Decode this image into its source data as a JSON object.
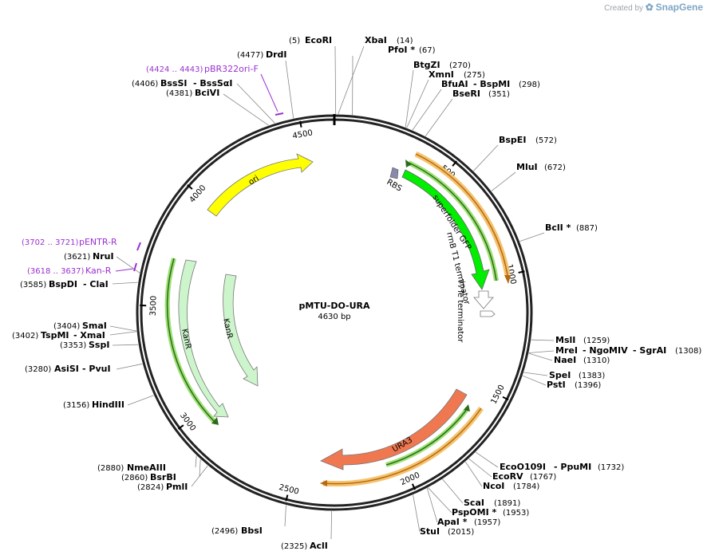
{
  "credit": {
    "prefix": "Created by",
    "brand": "SnapGene"
  },
  "plasmid": {
    "name": "pMTU-DO-URA",
    "size": "4630 bp",
    "total": 4630
  },
  "ticks": [
    {
      "label": "500",
      "bp": 500
    },
    {
      "label": "1000",
      "bp": 1000
    },
    {
      "label": "1500",
      "bp": 1500
    },
    {
      "label": "2000",
      "bp": 2000
    },
    {
      "label": "2500",
      "bp": 2500
    },
    {
      "label": "3000",
      "bp": 3000
    },
    {
      "label": "3500",
      "bp": 3500
    },
    {
      "label": "4000",
      "bp": 4000
    },
    {
      "label": "4500",
      "bp": 4500
    }
  ],
  "sites": [
    {
      "name": "EcoRI",
      "pos": "(5)",
      "bp": 5
    },
    {
      "name": "XbaI",
      "pos": "(14)",
      "bp": 14
    },
    {
      "name": "PfoI *",
      "pos": "(67)",
      "bp": 67
    },
    {
      "name": "BtgZI",
      "pos": "(270)",
      "bp": 270
    },
    {
      "name": "XmnI",
      "pos": "(275)",
      "bp": 275
    },
    {
      "name": "BfuAI",
      "name2": "- BspMI",
      "pos": "(298)",
      "bp": 298
    },
    {
      "name": "BseRI",
      "pos": "(351)",
      "bp": 351
    },
    {
      "name": "BspEI",
      "pos": "(572)",
      "bp": 572
    },
    {
      "name": "MluI",
      "pos": "(672)",
      "bp": 672
    },
    {
      "name": "BclI *",
      "pos": "(887)",
      "bp": 887
    },
    {
      "name": "MslI",
      "pos": "(1259)",
      "bp": 1259
    },
    {
      "name": "MreI",
      "name2": "- NgoMIV",
      "name3": "- SgrAI",
      "pos": "(1308)",
      "bp": 1308
    },
    {
      "name": "NaeI",
      "pos": "(1310)",
      "bp": 1310
    },
    {
      "name": "SpeI",
      "pos": "(1383)",
      "bp": 1383
    },
    {
      "name": "PstI",
      "pos": "(1396)",
      "bp": 1396
    },
    {
      "name": "EcoO109I",
      "name2": "- PpuMI",
      "pos": "(1732)",
      "bp": 1732
    },
    {
      "name": "EcoRV",
      "pos": "(1767)",
      "bp": 1767
    },
    {
      "name": "NcoI",
      "pos": "(1784)",
      "bp": 1784
    },
    {
      "name": "ScaI",
      "pos": "(1891)",
      "bp": 1891
    },
    {
      "name": "PspOMI *",
      "pos": "(1953)",
      "bp": 1953
    },
    {
      "name": "ApaI *",
      "pos": "(1957)",
      "bp": 1957
    },
    {
      "name": "StuI",
      "pos": "(2015)",
      "bp": 2015
    },
    {
      "name": "AclI",
      "pos": "(2325)",
      "bp": 2325
    },
    {
      "name": "BbsI",
      "pos": "(2496)",
      "bp": 2496
    },
    {
      "name": "PmlI",
      "pos": "(2824)",
      "bp": 2824
    },
    {
      "name": "BsrBI",
      "pos": "(2860)",
      "bp": 2860
    },
    {
      "name": "NmeAIII",
      "pos": "(2880)",
      "bp": 2880
    },
    {
      "name": "HindIII",
      "pos": "(3156)",
      "bp": 3156
    },
    {
      "name": "AsiSI",
      "name2": "- PvuI",
      "pos": "(3280)",
      "bp": 3280
    },
    {
      "name": "SspI",
      "pos": "(3353)",
      "bp": 3353
    },
    {
      "name": "TspMI",
      "name2": "- XmaI",
      "pos": "(3402)",
      "bp": 3402
    },
    {
      "name": "SmaI",
      "pos": "(3404)",
      "bp": 3404
    },
    {
      "name": "BspDI",
      "name2": "- ClaI",
      "pos": "(3585)",
      "bp": 3585
    },
    {
      "name": "NruI",
      "pos": "(3621)",
      "bp": 3621
    },
    {
      "name": "BciVI",
      "pos": "(4381)",
      "bp": 4381
    },
    {
      "name": "BssSI",
      "name2": "- BssSαI",
      "pos": "(4406)",
      "bp": 4406
    },
    {
      "name": "DrdI",
      "pos": "(4477)",
      "bp": 4477
    }
  ],
  "primers": [
    {
      "name": "pBR322ori-F",
      "range": "(4424 .. 4443)",
      "start": 4424,
      "end": 4443
    },
    {
      "name": "pENTR-R",
      "range": "(3702 .. 3721)",
      "start": 3702,
      "end": 3721
    },
    {
      "name": "Kan-R",
      "range": "(3618 .. 3637)",
      "start": 3618,
      "end": 3637
    }
  ],
  "features": [
    {
      "label": "ori",
      "color": "#ffff00"
    },
    {
      "label": "superfolder GFP",
      "color": "#00ee00"
    },
    {
      "label": "RBS",
      "color": "#8888aa"
    },
    {
      "label": "rrnB T1 terminator",
      "color": "#ffffff"
    },
    {
      "label": "T7Te terminator",
      "color": "#ffffff"
    },
    {
      "label": "URA3",
      "color": "#f07850"
    },
    {
      "label": "KanR",
      "color": "#ccf5cc"
    }
  ],
  "colors": {
    "backbone": "#222222",
    "primer": "#9b30d0",
    "orf_outline": "#e8a030",
    "orf_arrow": "#2d6a1c"
  }
}
